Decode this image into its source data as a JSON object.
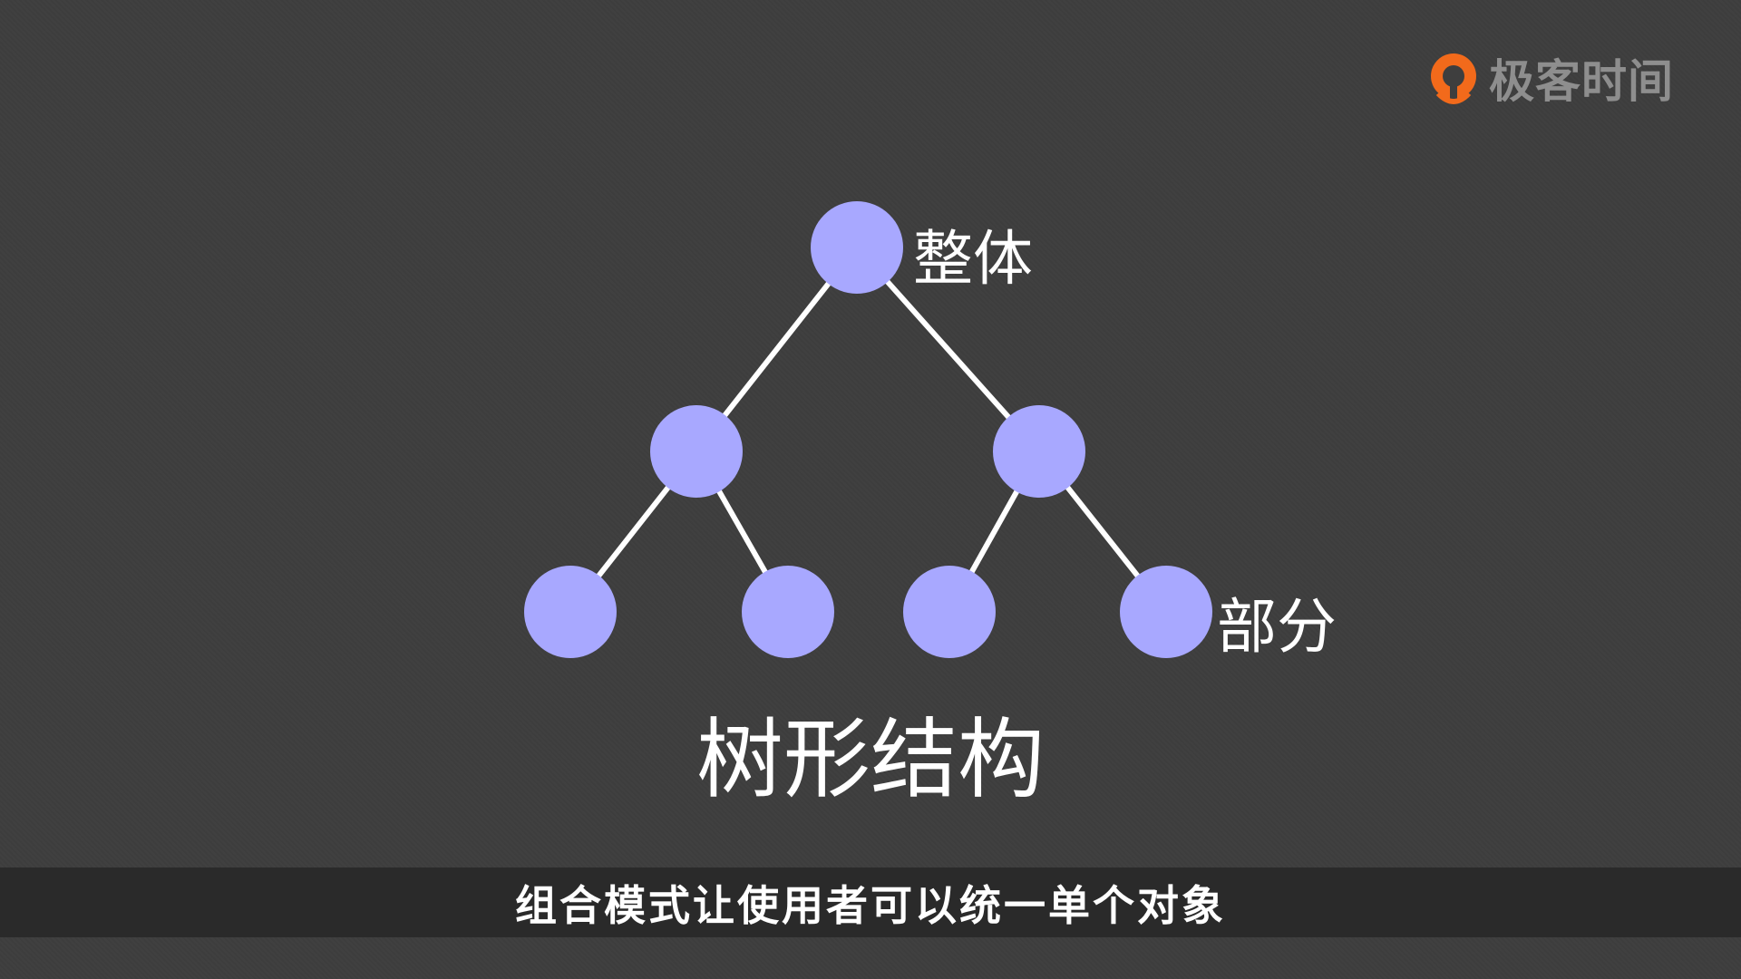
{
  "brand": {
    "name": "极客时间",
    "icon": "geektime-logo-icon",
    "accent_color": "#f26a1b"
  },
  "diagram": {
    "title": "树形结构",
    "node_color": "#a8a8ff",
    "edge_color": "#ffffff",
    "labels": {
      "root": "整体",
      "leaf": "部分"
    },
    "tree": {
      "root": "n0",
      "nodes": [
        "n0",
        "n1",
        "n2",
        "n3",
        "n4",
        "n5",
        "n6"
      ],
      "edges": [
        [
          "n0",
          "n1"
        ],
        [
          "n0",
          "n2"
        ],
        [
          "n1",
          "n3"
        ],
        [
          "n1",
          "n4"
        ],
        [
          "n2",
          "n5"
        ],
        [
          "n2",
          "n6"
        ]
      ]
    }
  },
  "subtitle": {
    "text": "组合模式让使用者可以统一单个对象"
  }
}
